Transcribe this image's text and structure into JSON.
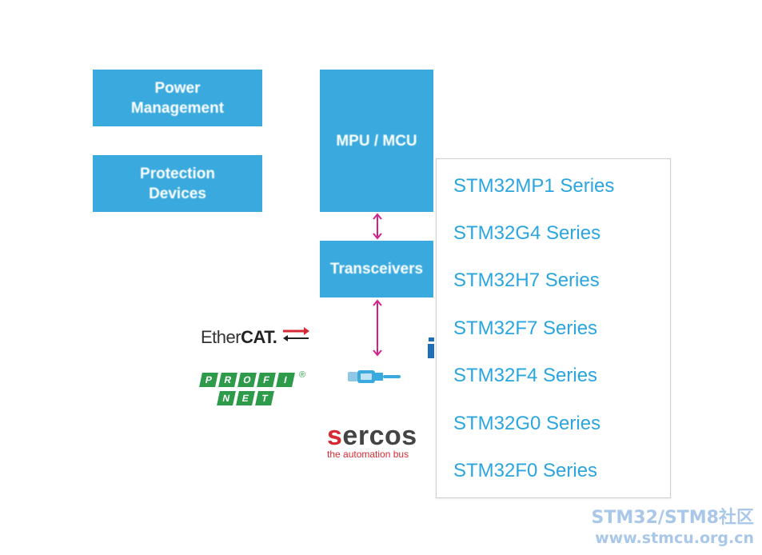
{
  "diagram": {
    "blocks": {
      "power_management": "Power\nManagement",
      "protection_devices": "Protection\nDevices",
      "mpu_mcu": "MPU / MCU",
      "transceivers": "Transceivers"
    },
    "colors": {
      "block": "#3aaade",
      "arrow": "#d0218a",
      "menu_link": "#2aa5e0"
    },
    "logos": {
      "ethercat_prefix": "Ether",
      "ethercat_suffix": "CAT.",
      "profinet_row1": [
        "P",
        "R",
        "O",
        "F",
        "I"
      ],
      "profinet_row2": [
        "N",
        "E",
        "T"
      ],
      "profinet_reg": "®",
      "sercos_s": "s",
      "sercos_rest": "ercos",
      "sercos_tagline": "the automation bus"
    },
    "icons": [
      "double-arrow-icon",
      "plug-icon",
      "ethercat-arrows-icon"
    ]
  },
  "menu": {
    "items": [
      "STM32MP1 Series",
      "STM32G4 Series",
      "STM32H7 Series",
      "STM32F7 Series",
      "STM32F4 Series",
      "STM32G0 Series",
      "STM32F0 Series"
    ]
  },
  "watermark": {
    "line1": "STM32/STM8社区",
    "line2": "www.stmcu.org.cn"
  }
}
